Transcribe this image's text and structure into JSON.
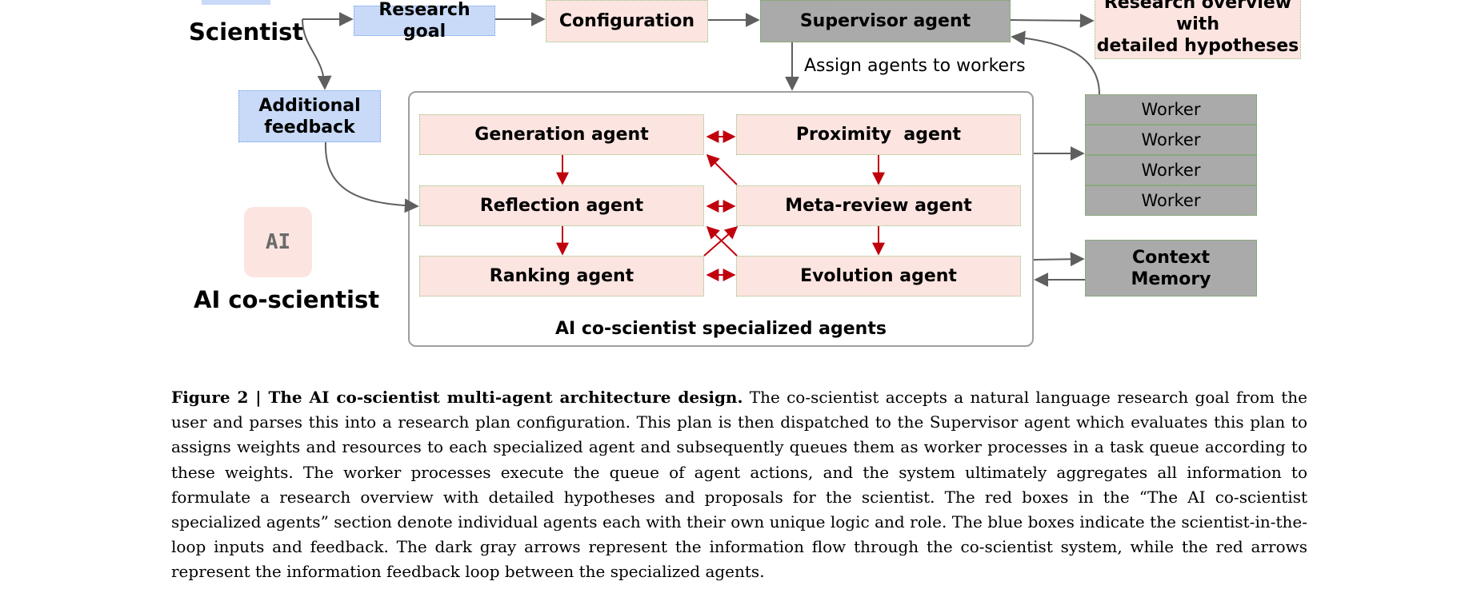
{
  "diagram": {
    "scientist_label": "Scientist",
    "ai_icon_text": "AI",
    "ai_coscientist_label": "AI co-scientist",
    "research_goal": "Research goal",
    "configuration": "Configuration",
    "supervisor": "Supervisor agent",
    "overview_lines": [
      "Research overview",
      "with",
      "detailed hypotheses"
    ],
    "feedback_lines": [
      "Additional",
      "feedback"
    ],
    "assign_label": "Assign agents to workers",
    "agents": {
      "generation": "Generation agent",
      "proximity": "Proximity  agent",
      "reflection": "Reflection agent",
      "metareview": "Meta-review agent",
      "ranking": "Ranking agent",
      "evolution": "Evolution agent"
    },
    "workers": [
      "Worker",
      "Worker",
      "Worker",
      "Worker"
    ],
    "memory_lines": [
      "Context",
      "Memory"
    ],
    "container_title": "AI co-scientist specialized agents",
    "colors": {
      "gray_arrow": "#5f5f5f",
      "red_arrow": "#c0000c",
      "blue_box": "#c9daf8",
      "pink_box": "#fce4e0",
      "gray_box": "#aaaaaa"
    }
  },
  "caption": {
    "figure_label": "Figure 2 | The AI co-scientist multi-agent architecture design.",
    "text": "The co-scientist accepts a natural language research goal from the user and parses this into a research plan configuration. This plan is then dispatched to the Supervisor agent which evaluates this plan to assigns weights and resources to each specialized agent and subsequently queues them as worker processes in a task queue according to these weights. The worker processes execute the queue of agent actions, and the system ultimately aggregates all information to formulate a research overview with detailed hypotheses and proposals for the scientist. The red boxes in the “The AI co-scientist specialized agents” section denote individual agents each with their own unique logic and role. The blue boxes indicate the scientist-in-the-loop inputs and feedback. The dark gray arrows represent the information flow through the co-scientist system, while the red arrows represent the information feedback loop between the specialized agents."
  }
}
